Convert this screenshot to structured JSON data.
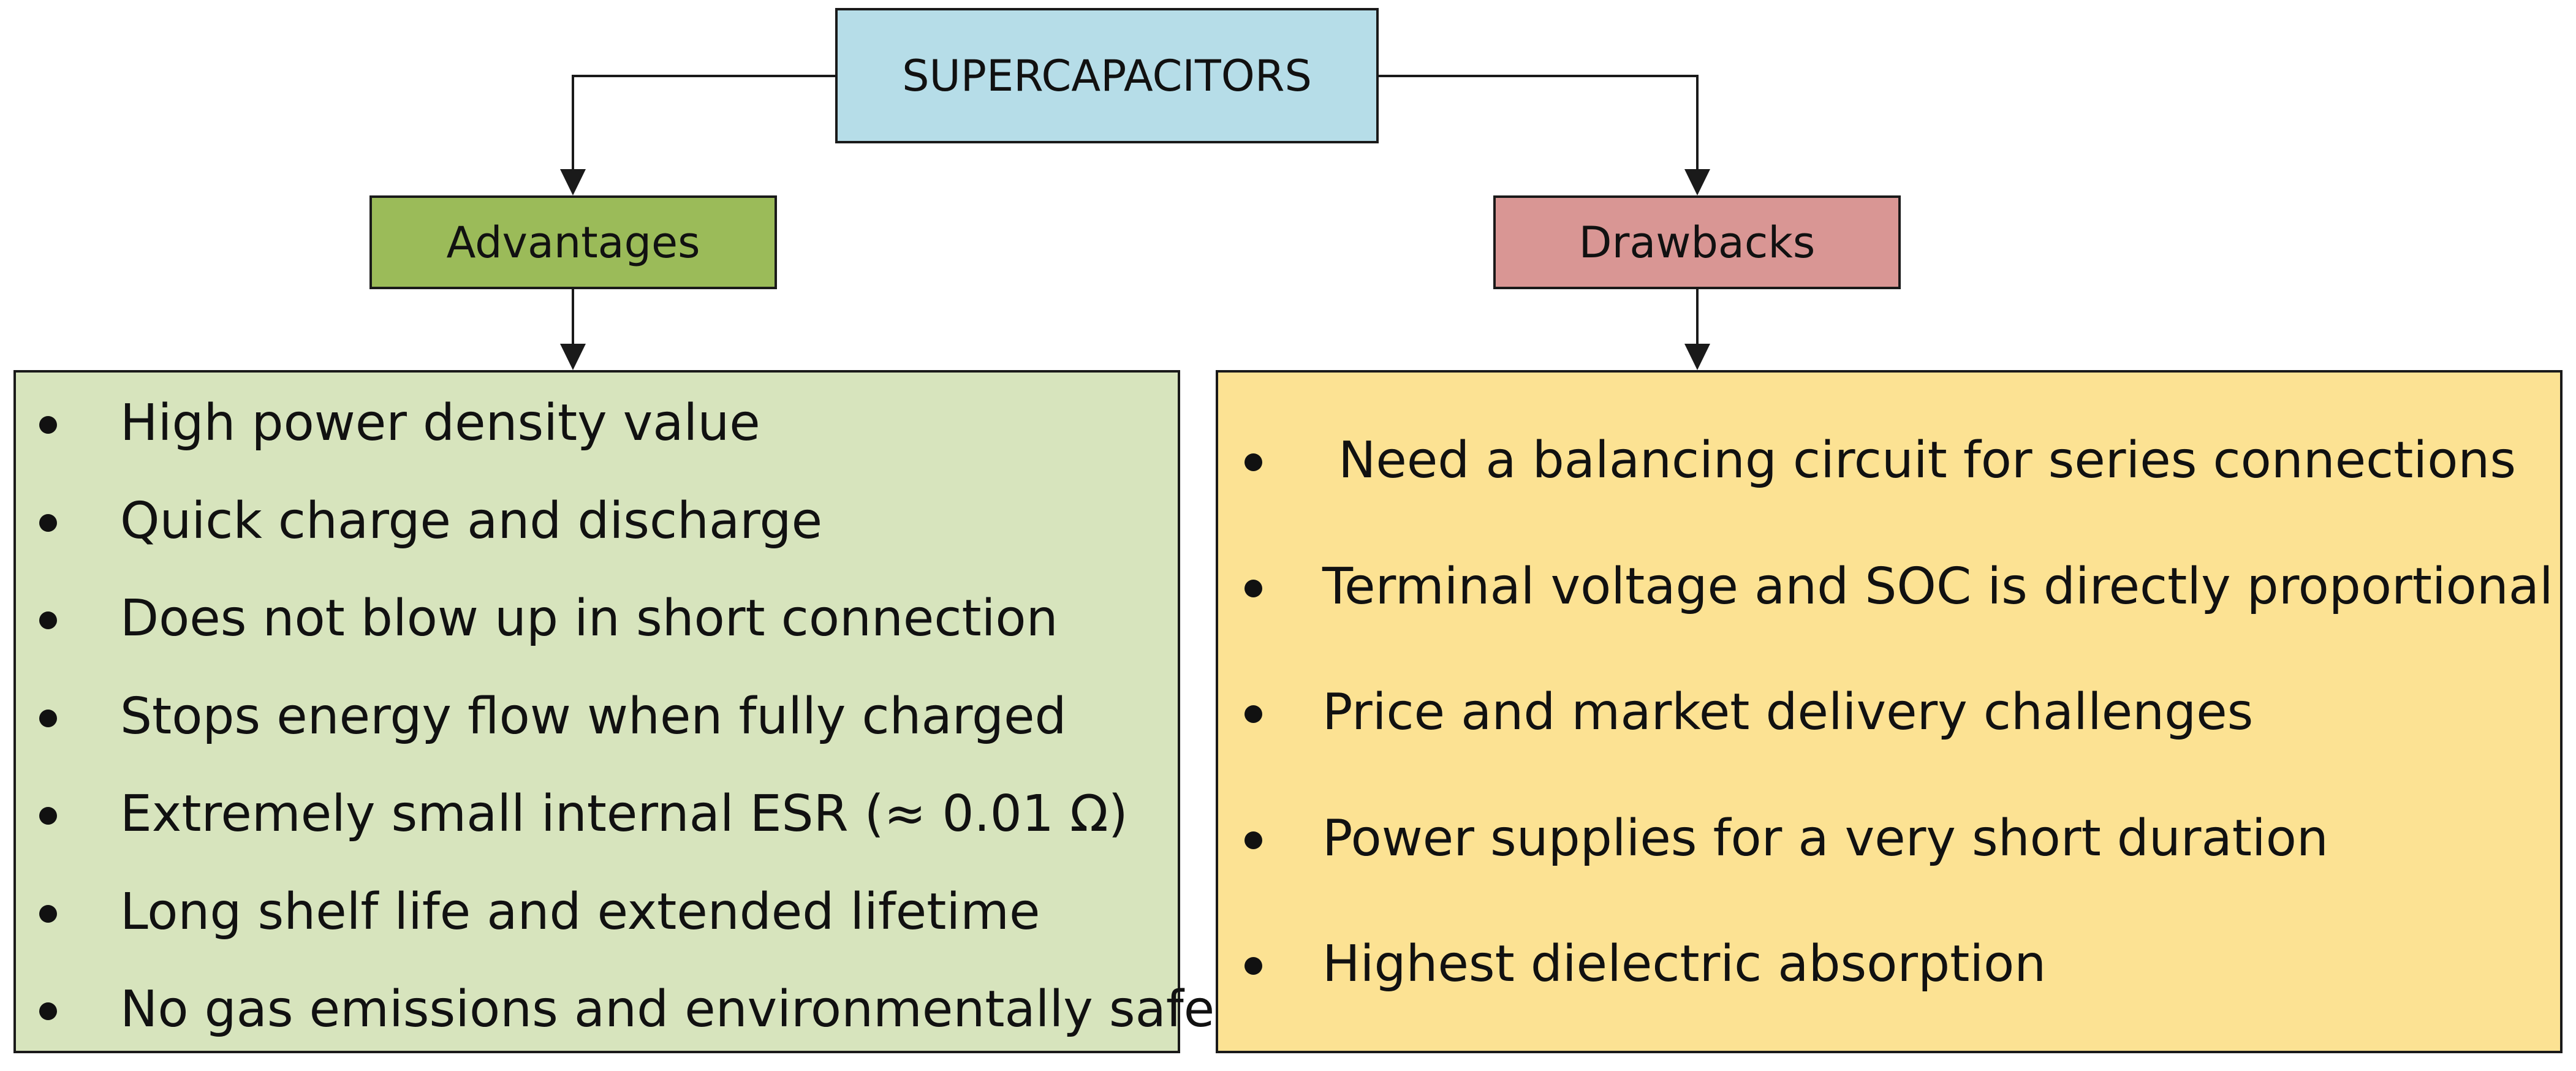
{
  "colors": {
    "root_fill": "#b6dde8",
    "advantages_fill": "#9bbb59",
    "drawbacks_fill": "#d99694",
    "advantages_panel_fill": "#d7e4bd",
    "drawbacks_panel_fill": "#fce293",
    "line": "#1a1a1a"
  },
  "root": {
    "title": "SUPERCAPACITORS"
  },
  "advantages": {
    "title": "Advantages",
    "items": [
      "High power density value",
      "Quick charge and discharge",
      "Does not blow up in short connection",
      "Stops energy flow when fully charged",
      "Extremely small internal ESR (≈ 0.01 Ω)",
      "Long shelf life and extended lifetime",
      "No gas emissions and environmentally safe"
    ]
  },
  "drawbacks": {
    "title": "Drawbacks",
    "items": [
      " Need a balancing circuit for series connections",
      "Terminal voltage and SOC is directly proportional",
      "Price and market delivery challenges",
      "Power supplies for a very short duration",
      "Highest dielectric absorption"
    ]
  }
}
